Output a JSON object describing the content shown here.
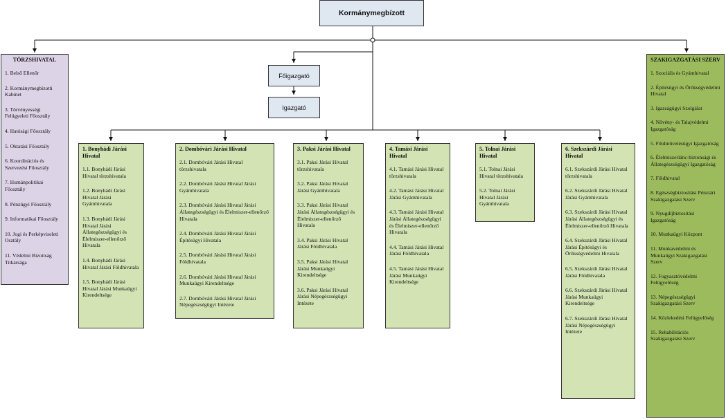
{
  "root": "Kormánymegbízott",
  "foigazgato": "Főigazgató",
  "igazgato": "Igazgató",
  "torzshivatal": {
    "title": "TÖRZSHIVATAL",
    "items": [
      "1. Belső Ellenőr",
      "2. Kormánymegbízotti Kabinet",
      "3. Törvényességi Felügyeleti Főosztály",
      "4. Hatósági Főosztály",
      "5. Oktatási Főosztály",
      "6. Koordinációs és Szervezési Főosztály",
      "7. Humánpolitikai Főosztály",
      "8. Pénzügyi Főosztály",
      "9. Informatikai Főosztály",
      "10. Jogi és Perképviseleti Osztály",
      "11. Védelmi Bizottság Titkársága"
    ]
  },
  "jarasi": [
    {
      "title": "1. Bonyhádi Járási Hivatal",
      "items": [
        "1.1. Bonyhádi Járási Hivatal törzshivatala",
        "1.2. Bonyhádi Járási Hivatal Járási Gyámhivatala",
        "1.3. Bonyhádi Járási Hivatal Járási Állategészségügyi és Élelmiszer-ellenőrző Hivatala",
        "1.4. Bonyhádi Járási Hivatal Járási Földhivatala",
        "1.5. Bonyhádi Járási Hivatal Járási Munkaügyi Kirendeltsége"
      ]
    },
    {
      "title": "2. Dombóvári Járási Hivatal",
      "items": [
        "2.1. Dombóvári Járási Hivatal törzshivatala",
        "2.2. Dombóvári Járási Hivatal Járási Gyámhivatala",
        "2.3. Dombóvári Járási Hivatal Járási Állategészségügyi és Élelmiszer-ellenőrző Hivatala",
        "2.4. Dombóvári Járási Hivatal Járási Építésügyi Hivatala",
        "2.5. Dombóvári Járási Hivatal Járási Földhivatala",
        "2.6. Dombóvári Járási Hivatal Járási Munkaügyi Kirendeltsége",
        "2.7. Dombóvári Járási Hivatal Járási Népegészségügyi Intézete"
      ]
    },
    {
      "title": "3. Paksi Járási Hivatal",
      "items": [
        "3.1. Paksi Járási Hivatal törzshivatala",
        "3.2. Paksi Járási Hivatal Járási Gyámhivatala",
        "3.3. Paksi Járási Hivatal Járási Állategészségügyi és Élelmiszer-ellenőrző Hivatala",
        "3.4. Paksi Járási Hivatal Járási Földhivatala",
        "3.5. Paksi Járási Hivatal Járási Munkaügyi Kirendeltsége",
        "3.6. Paksi Járási Hivatal Járási Népegészségügyi Intézete"
      ]
    },
    {
      "title": "4. Tamási Járási Hivatal",
      "items": [
        "4.1. Tamási Járási Hivatal törzshivatala",
        "4.2. Tamási Járási Hivatal Járási Gyámhivatala",
        "4.3. Tamási Járási Hivatal Járási Állategészségügyi és Élelmiszer-ellenőrző Hivatala",
        "4.4. Tamási Járási Hivatal Járási Földhivatala",
        "4.5. Tamási Járási Hivatal Járási Munkaügyi Kirendeltsége"
      ]
    },
    {
      "title": "5. Tolnai Járási Hivatal",
      "items": [
        "5.1. Tolnai Járási Hivatal törzshivatala",
        "5.2. Tolnai Járási Hivatal Járási Gyámhivatala"
      ]
    },
    {
      "title": "6. Szekszárdi Járási Hivatal",
      "items": [
        "6.1. Szekszárdi Járási Hivatal törzshivatala",
        "6.2. Szekszárdi Járási Hivatal Járási Gyámhivatala",
        "6.3. Szekszárdi Járási Hivatal Járási Állategészségügyi és Élelmiszer-ellenőrző Hivatala",
        "6.4. Szekszárdi Járási Hivatal Járási Építésügyi és Örökségvédelmi Hivatala",
        "6.5. Szekszárdi Járási Hivatal Járási Földhivatala",
        "6.6. Szekszárdi Járási Hivatal Járási Munkaügyi Kirendeltsége",
        "6.7. Szekszárdi Járási Hivatal Járási Népegészségügyi Intézete"
      ]
    }
  ],
  "szakigazgatasi": {
    "title": "SZAKIGAZGATÁSI SZERV",
    "items": [
      "1. Szociális és Gyámhivatal",
      "2. Építésügyi és Örökségvédelmi Hivatal",
      "3. Igazságügyi Szolgálat",
      "4. Növény- és Talajvédelmi Igazgatóság",
      "5. Földművelésügyi Igazgatóság",
      "6. Élelmiszerlánc-biztonsági és Állategészségügyi Igazgatóság",
      "7. Földhivatal",
      "8. Egészségbiztosítási Pénztári Szakigazgatási Szerv",
      "9. Nyugdíjbiztosítási Igazgatóság",
      "10. Munkaügyi Központ",
      "11. Munkavédelmi és Munkaügyi Szakigazgatási Szerv",
      "12. Fogyasztóvédelmi Felügyelőség",
      "13. Népegészségügyi Szakigazgatási Szerv",
      "14. Közlekedési Felügyelőség",
      "15. Rehabilitációs Szakigazgatási Szerv"
    ]
  }
}
